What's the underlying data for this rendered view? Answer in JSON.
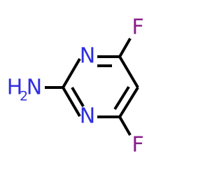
{
  "molecule": {
    "atoms": {
      "n_top": {
        "label": "N",
        "color": "#2f2fe0"
      },
      "n_bottom": {
        "label": "N",
        "color": "#2f2fe0"
      },
      "f_top": {
        "label": "F",
        "color": "#8b1f8b"
      },
      "f_bottom": {
        "label": "F",
        "color": "#8b1f8b"
      },
      "amine": {
        "label_h": "H",
        "label_sub": "2",
        "label_n": "N",
        "color": "#2f2fe0"
      }
    },
    "bond_color": "#000000"
  }
}
